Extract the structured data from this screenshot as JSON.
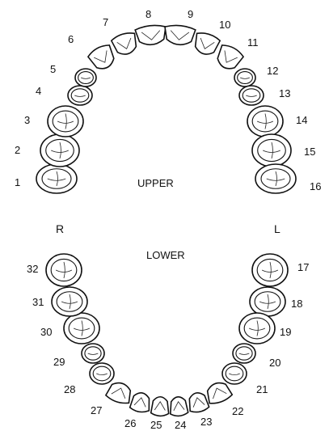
{
  "arch_labels": {
    "upper": "UPPER",
    "lower": "LOWER"
  },
  "side_labels": {
    "right": "R",
    "left": "L"
  },
  "teeth": [
    {
      "n": "1",
      "kind": "molar"
    },
    {
      "n": "2",
      "kind": "molar"
    },
    {
      "n": "3",
      "kind": "molar"
    },
    {
      "n": "4",
      "kind": "premolar"
    },
    {
      "n": "5",
      "kind": "premolar"
    },
    {
      "n": "6",
      "kind": "canine"
    },
    {
      "n": "7",
      "kind": "incisor"
    },
    {
      "n": "8",
      "kind": "incisor"
    },
    {
      "n": "9",
      "kind": "incisor"
    },
    {
      "n": "10",
      "kind": "incisor"
    },
    {
      "n": "11",
      "kind": "canine"
    },
    {
      "n": "12",
      "kind": "premolar"
    },
    {
      "n": "13",
      "kind": "premolar"
    },
    {
      "n": "14",
      "kind": "molar"
    },
    {
      "n": "15",
      "kind": "molar"
    },
    {
      "n": "16",
      "kind": "molar"
    },
    {
      "n": "17",
      "kind": "molar"
    },
    {
      "n": "18",
      "kind": "molar"
    },
    {
      "n": "19",
      "kind": "molar"
    },
    {
      "n": "20",
      "kind": "premolar"
    },
    {
      "n": "21",
      "kind": "premolar"
    },
    {
      "n": "22",
      "kind": "canine"
    },
    {
      "n": "23",
      "kind": "incisor"
    },
    {
      "n": "24",
      "kind": "incisor"
    },
    {
      "n": "25",
      "kind": "incisor"
    },
    {
      "n": "26",
      "kind": "incisor"
    },
    {
      "n": "27",
      "kind": "canine"
    },
    {
      "n": "28",
      "kind": "premolar"
    },
    {
      "n": "29",
      "kind": "premolar"
    },
    {
      "n": "30",
      "kind": "molar"
    },
    {
      "n": "31",
      "kind": "molar"
    },
    {
      "n": "32",
      "kind": "molar"
    }
  ]
}
